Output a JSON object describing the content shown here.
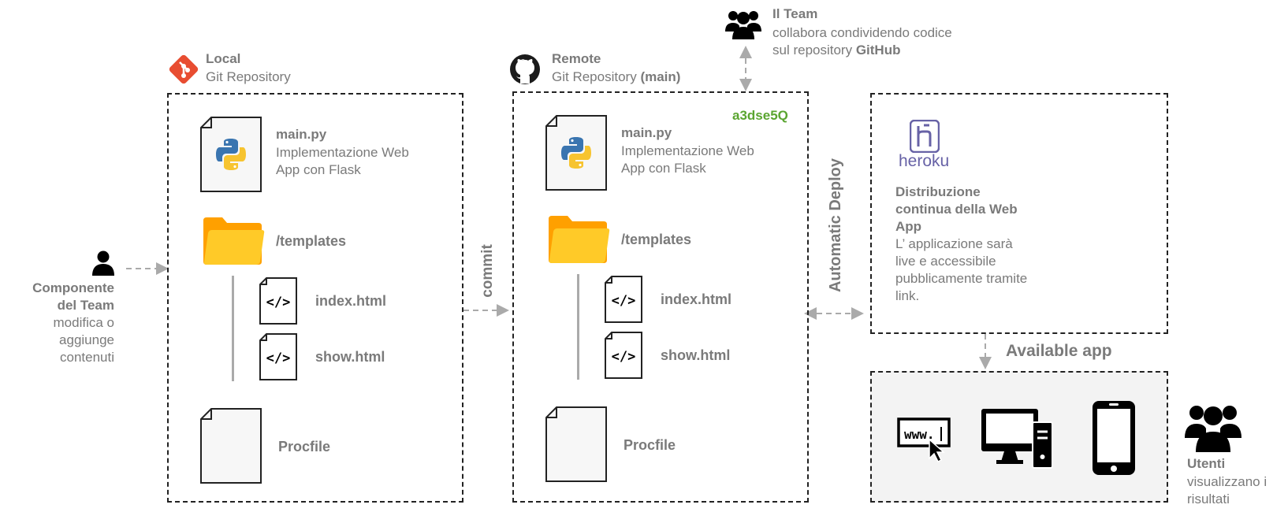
{
  "team": {
    "title": "Il Team",
    "desc_line1": "collabora condividendo codice",
    "desc_line2_prefix": "sul repository ",
    "desc_line2_bold": "GitHub"
  },
  "local": {
    "title": "Local",
    "subtitle": "Git Repository",
    "main_file": "main.py",
    "main_desc_1": "Implementazione Web",
    "main_desc_2": "App con Flask",
    "templates": "/templates",
    "index": "index.html",
    "show": "show.html",
    "procfile": "Procfile"
  },
  "remote": {
    "title": "Remote",
    "subtitle_prefix": "Git Repository ",
    "subtitle_bold": "(main)",
    "commit_hash": "a3dse5Q",
    "main_file": "main.py",
    "main_desc_1": "Implementazione Web",
    "main_desc_2": "App con Flask",
    "templates": "/templates",
    "index": "index.html",
    "show": "show.html",
    "procfile": "Procfile"
  },
  "component": {
    "line1": "Componente",
    "line2": "del Team",
    "line3": "modifica o",
    "line4": "aggiunge",
    "line5": "contenuti"
  },
  "commit_label": "commit",
  "deploy_label": "Automatic Deploy",
  "heroku": {
    "logo_text": "heroku",
    "title_1": "Distribuzione",
    "title_2": "continua della Web",
    "title_3": "App",
    "desc_1": "L’ applicazione sarà",
    "desc_2": "live e accessibile",
    "desc_3": "pubblicamente tramite",
    "desc_4": "link."
  },
  "available_label": "Available app",
  "browser_text": "www.",
  "users": {
    "title": "Utenti",
    "desc_1": "visualizzano i",
    "desc_2": "risultati"
  },
  "colors": {
    "git": "#e84d31",
    "hash": "#5aa530",
    "heroku": "#6762a6",
    "folder": "#ffb300",
    "arrow": "#aaaaaa"
  }
}
